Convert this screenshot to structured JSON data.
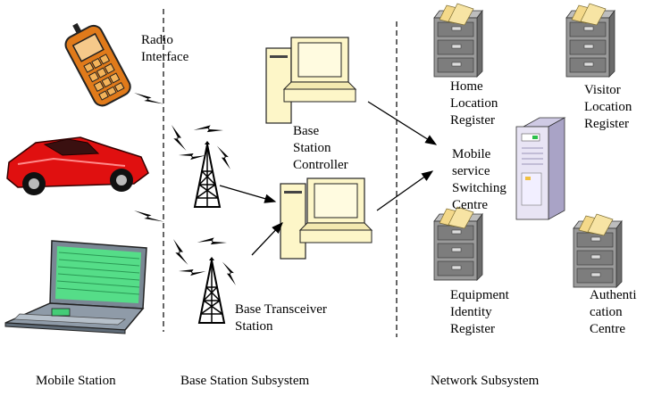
{
  "labels": {
    "radio_interface": "Radio\nInterface",
    "bsc": "Base\nStation\nController",
    "bts": "Base Transceiver\nStation",
    "hlr": "Home\nLocation\nRegister",
    "vlr": "Visitor\nLocation\nRegister",
    "msc": "Mobile\nservice\nSwitching\nCentre",
    "eir": "Equipment\nIdentity\nRegister",
    "auc": "Authenti\ncation\nCentre"
  },
  "sections": {
    "mobile_station": "Mobile Station",
    "bss": "Base Station Subsystem",
    "nss": "Network Subsystem"
  },
  "colors": {
    "phone_body": "#e07a1a",
    "car_body": "#e01010",
    "laptop_screen": "#55dd88",
    "cabinet": "#8a8a8a",
    "folder": "#f4d98a",
    "computer": "#fdf6c8",
    "server": "#e8e4f4"
  },
  "icons": [
    "phone-icon",
    "car-icon",
    "laptop-icon",
    "tower-icon",
    "computer-icon",
    "server-icon",
    "filing-cabinet-icon",
    "lightning-icon"
  ]
}
